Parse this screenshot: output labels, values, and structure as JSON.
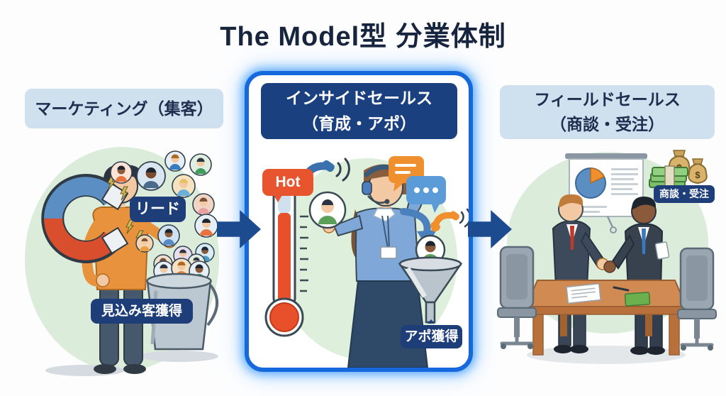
{
  "title": "The Model型 分業体制",
  "stages": {
    "marketing": {
      "label": "マーケティング（集客）",
      "lead_badge": "リード",
      "prospect_badge": "見込み客獲得"
    },
    "inside_sales": {
      "label_line1": "インサイドセールス",
      "label_line2": "（育成・アポ）",
      "hot_badge": "Hot",
      "appointment_badge": "アポ獲得"
    },
    "field_sales": {
      "label_line1": "フィールドセールス",
      "label_line2": "（商談・受注）",
      "deal_badge": "商談・受注"
    }
  },
  "money": {
    "dollar": "$"
  },
  "colors": {
    "title_navy": "#17243e",
    "header_light_blue": "#cfe0ef",
    "header_dark_navy": "#1a4080",
    "badge_navy": "#1d3e78",
    "hot_red": "#e8542e",
    "panel_border_blue": "#1668dd",
    "arrow_navy": "#1c4c8f",
    "illustration_green_bg": "#dcecdb"
  }
}
